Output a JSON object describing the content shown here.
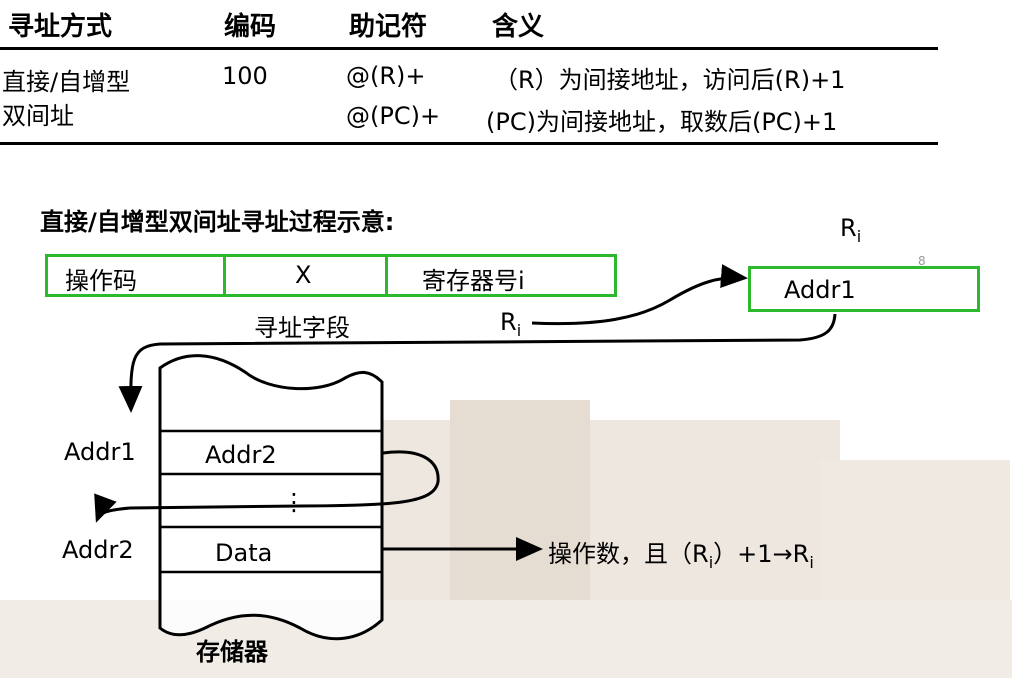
{
  "table": {
    "headers": [
      "寻址方式",
      "编码",
      "助记符",
      "含义"
    ],
    "mode_line1": "直接/自增型",
    "mode_line2": "双间址",
    "code": "100",
    "mnemonic1": "@(R)+",
    "mnemonic2": "@(PC)+",
    "meaning1": "（R）为间接地址，访问后(R)+1",
    "meaning2": "(PC)为间接地址，取数后(PC)+1"
  },
  "diagram": {
    "title": "直接/自增型双间址寻址过程示意:",
    "instr_fields": [
      "操作码",
      "X",
      "寄存器号i"
    ],
    "field_caption": "寻址字段",
    "reg_label_main": "R",
    "reg_label_sub": "i",
    "reg_side_main": "R",
    "reg_side_sub": "i",
    "reg_content": "Addr1",
    "page_mark": "8",
    "mem_addr1": "Addr1",
    "mem_addr2": "Addr2",
    "mem_cell_addr2": "Addr2",
    "mem_ellipsis": "⋮",
    "mem_cell_data": "Data",
    "mem_label": "存储器",
    "result_text": "操作数，且（R",
    "result_sub": "i",
    "result_mid": "）+1→R",
    "result_sub2": "i"
  }
}
